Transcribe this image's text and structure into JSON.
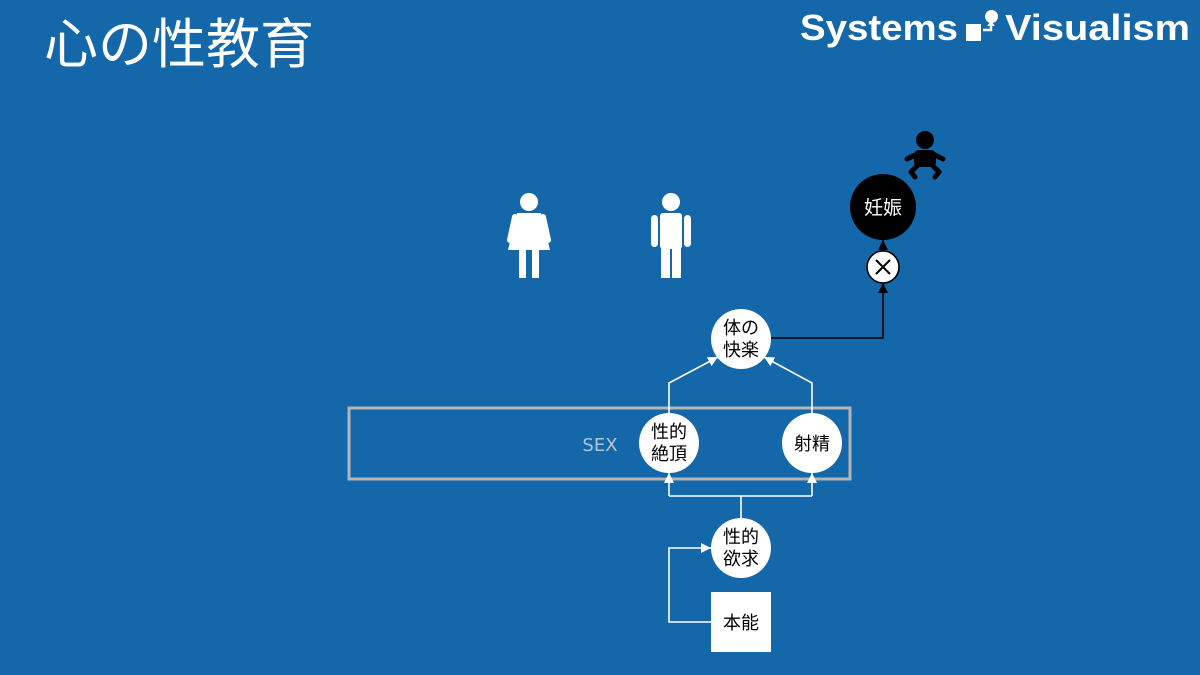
{
  "slide": {
    "title": "心の性教育"
  },
  "logo": {
    "word1": "Systems",
    "word2": "Visualism",
    "icon": "systems-visualism-logo-icon"
  },
  "icons": {
    "female": "female-person-icon",
    "male": "male-person-icon",
    "baby": "baby-icon",
    "multiply": "multiply-icon"
  },
  "diagram": {
    "sex_box_label": "SEX",
    "nodes": {
      "pregnancy": {
        "lines": [
          "妊娠"
        ]
      },
      "body_pleasure": {
        "lines": [
          "体の",
          "快楽"
        ]
      },
      "orgasm": {
        "lines": [
          "性的",
          "絶頂"
        ]
      },
      "ejaculation": {
        "lines": [
          "射精"
        ]
      },
      "sexual_desire": {
        "lines": [
          "性的",
          "欲求"
        ]
      },
      "instinct": {
        "lines": [
          "本能"
        ]
      }
    }
  },
  "colors": {
    "background": "#1467a8",
    "node_fill": "#ffffff",
    "pregnancy_fill": "#000000",
    "sex_box_stroke": "#b5b5b5"
  }
}
